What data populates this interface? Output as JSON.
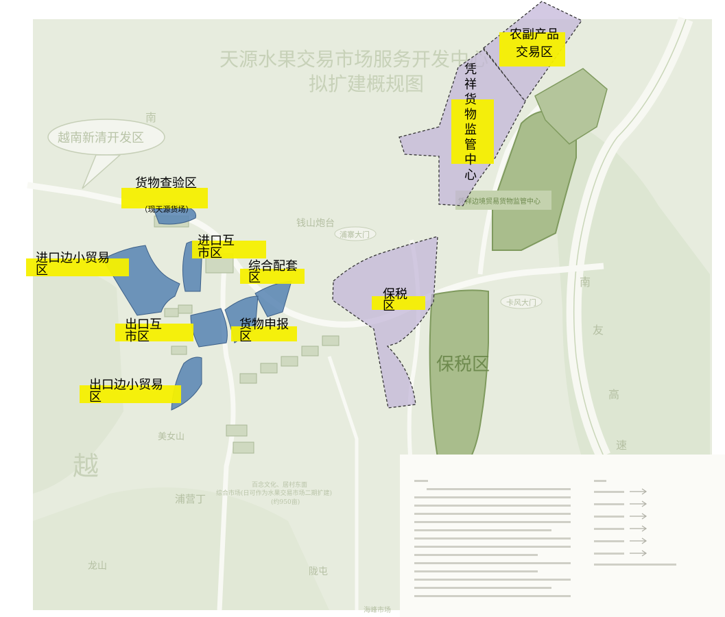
{
  "map": {
    "title_line1": "天源水果交易市场服务开发中心",
    "title_line2": "拟扩建概规图",
    "bubble_label": "越南新清开发区",
    "base_labels": {
      "nan_top": "南",
      "qianshan_paotai": "钱山炮台",
      "pusai_damen": "浦寨大门",
      "kafeng_damen": "卡风大门",
      "meinushan": "美女山",
      "yue": "越",
      "puyingding": "浦营丁",
      "longshan": "龙山",
      "luntun": "陇屯",
      "baoshui_big": "保税区",
      "nan_right": "南",
      "you": "友",
      "gao": "高",
      "su": "速",
      "center_text": "凭祥边境贸易货物监管中心",
      "ibid_note_1": "百念文化、居村东面",
      "ibid_note_2": "综合市场(日可作为水果交易市场二期扩建)",
      "ibid_note_3": "(约950亩)",
      "bottom_text": "海峰市场"
    },
    "overlays": {
      "huowu_chayan": "货物查验区",
      "xian_tianyuan": "（现天源货场）",
      "jinkou_hushi": "进口互市区",
      "jinkou_bianmao": "进口边小贸易区",
      "zonghe_peitao": "综合配套区",
      "chukou_hushi": "出口互市区",
      "huowu_shenbao": "货物申报区",
      "chukou_bianmao": "出口边小贸易区",
      "baoshui": "保税区",
      "pingxiang_jianguan": "凭祥货物监管中心",
      "nongfu_jiaoyi": "农副产品交易区"
    },
    "colors": {
      "blue_zone": "#5b86b4",
      "purple_zone": "#c2b4d8",
      "highlight": "#f6f000",
      "base_green": "#e8ede0",
      "road": "#f6f7f2"
    }
  }
}
